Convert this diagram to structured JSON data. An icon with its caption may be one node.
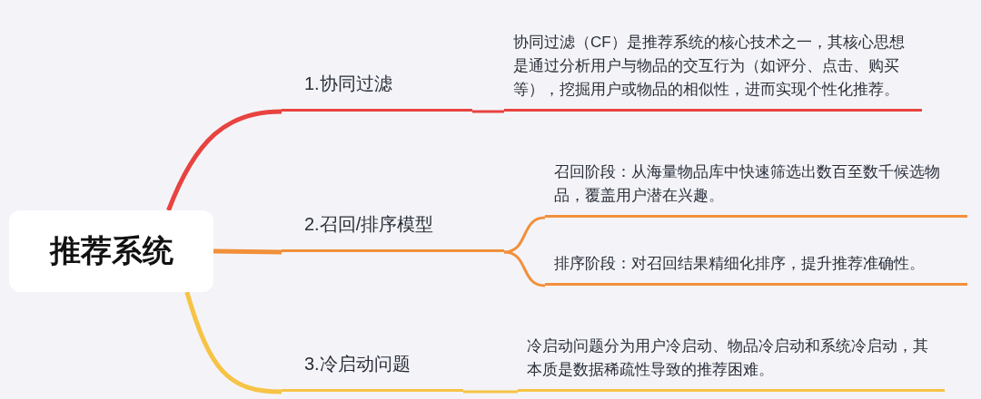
{
  "diagram": {
    "nodes": [
      {
        "text": [
          "推荐系统"
        ]
      },
      {
        "text": [
          "1.协同过滤"
        ]
      },
      {
        "text": [
          "协同过滤（CF）是推荐系统的核心技术之一，其核心思想是通过分析用户与物品的交互行为（如评分、点击、购买等），挖掘用户或物品的相似性，进而实现个性化推荐。"
        ]
      },
      {
        "text": [
          "2.召回/排序模型"
        ]
      },
      {
        "text": [
          "召回阶段：从海量物品库中快速筛选出数百至数千候选物品，覆盖用户潜在兴趣。"
        ]
      },
      {
        "text": [
          "排序阶段：对召回结果精细化排序，提升推荐准确性。"
        ]
      },
      {
        "text": [
          "3.冷启动问题"
        ]
      },
      {
        "text": [
          "冷启动问题分为用户冷启动、物品冷启动和系统冷启动，其本质是数据稀疏性导致的推荐困难。"
        ]
      }
    ],
    "edges": [
      {
        "from": 0,
        "to": 1,
        "arrow": "none",
        "color": "#e8433f"
      },
      {
        "from": 1,
        "to": 2,
        "arrow": "none",
        "color": "#e8433f"
      },
      {
        "from": 0,
        "to": 3,
        "arrow": "none",
        "color": "#f28f3b"
      },
      {
        "from": 3,
        "to": 4,
        "arrow": "none",
        "color": "#f28f3b"
      },
      {
        "from": 3,
        "to": 5,
        "arrow": "none",
        "color": "#f28f3b"
      },
      {
        "from": 0,
        "to": 6,
        "arrow": "none",
        "color": "#f6c344"
      },
      {
        "from": 6,
        "to": 7,
        "arrow": "none",
        "color": "#f6c344"
      }
    ]
  }
}
